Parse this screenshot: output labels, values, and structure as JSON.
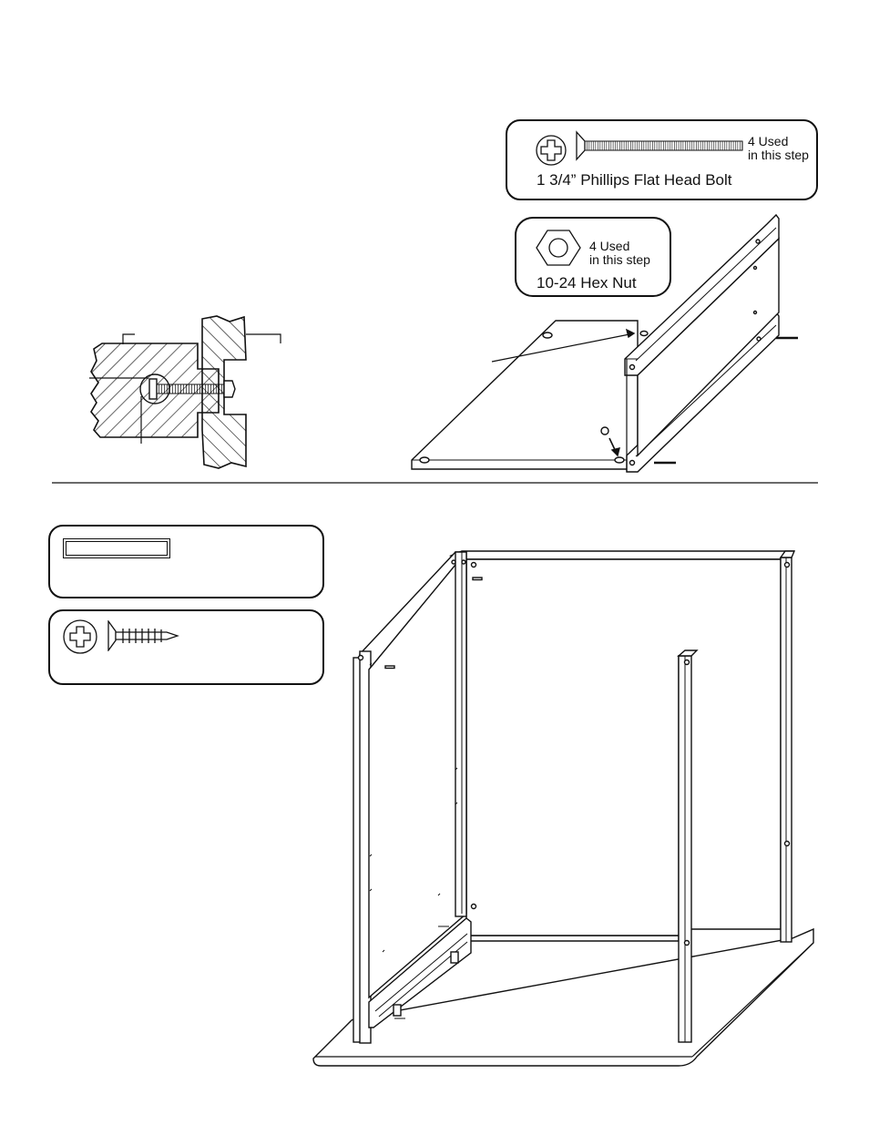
{
  "hardware": {
    "bolt": {
      "icon": "phillips-head-icon",
      "part_icon": "flat-head-bolt-icon",
      "quantity_line1": "4 Used",
      "quantity_line2": "in this step",
      "name": "1 3/4” Phillips Flat Head Bolt"
    },
    "hex_nut": {
      "part_icon": "hex-nut-icon",
      "quantity_line1": "4 Used",
      "quantity_line2": "in this step",
      "name": "10-24 Hex Nut"
    },
    "panel_label": {
      "icon": "blank-label-icon"
    },
    "screw": {
      "icon": "phillips-head-icon",
      "part_icon": "wood-screw-icon"
    }
  },
  "diagrams": {
    "cross_section": "bolt-joint-cross-section",
    "step_assembly": "rail-to-bottom-panel-assembly",
    "cabinet": "cabinet-frame-assembly"
  }
}
